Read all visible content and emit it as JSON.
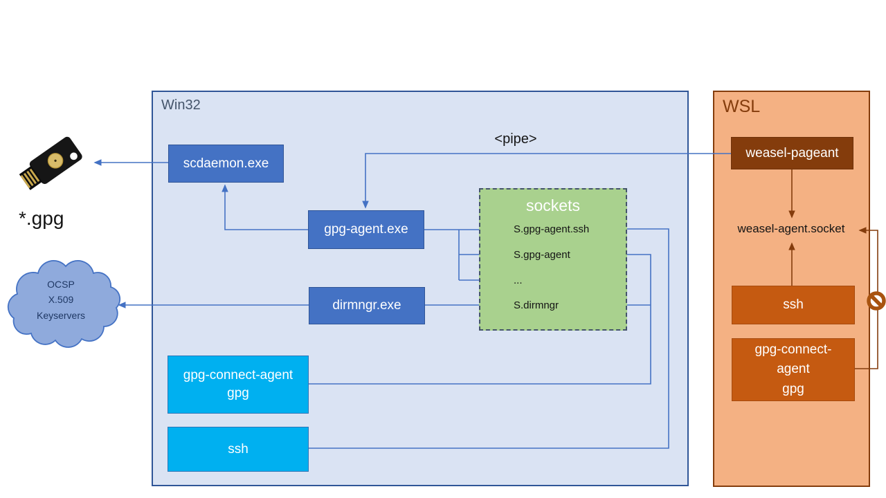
{
  "diagram": {
    "win32": {
      "label": "Win32",
      "pipe_label": "<pipe>",
      "nodes": {
        "scdaemon": "scdaemon.exe",
        "gpg_agent": "gpg-agent.exe",
        "dirmngr": "dirmngr.exe",
        "gpg_connect": {
          "lines": [
            "gpg-connect-agent",
            "gpg"
          ]
        },
        "ssh": "ssh"
      },
      "sockets": {
        "title": "sockets",
        "entries": [
          "S.gpg-agent.ssh",
          "S.gpg-agent",
          "...",
          "S.dirmngr"
        ]
      }
    },
    "wsl": {
      "label": "WSL",
      "nodes": {
        "weasel_pageant": "weasel-pageant",
        "weasel_socket": "weasel-agent.socket",
        "ssh": "ssh",
        "gpg_connect": {
          "lines": [
            "gpg-connect-",
            "agent",
            "gpg"
          ]
        }
      }
    },
    "left_side": {
      "gpg_files_label": "*.gpg",
      "cloud": {
        "lines": [
          "OCSP",
          "X.509",
          "Keyservers"
        ]
      }
    },
    "colors": {
      "win32_fill": "#dae3f3",
      "win32_border": "#2f5597",
      "node_blue": "#4472c4",
      "node_cyan": "#00b0f0",
      "sockets_green": "#a9d18e",
      "wsl_fill": "#f4b183",
      "wsl_rust": "#c55a11",
      "wsl_brown": "#843c0c",
      "connector_blue": "#4472c4",
      "connector_brown": "#843c0c",
      "cloud_fill": "#8faadc",
      "cloud_text": "#1f3864"
    }
  }
}
